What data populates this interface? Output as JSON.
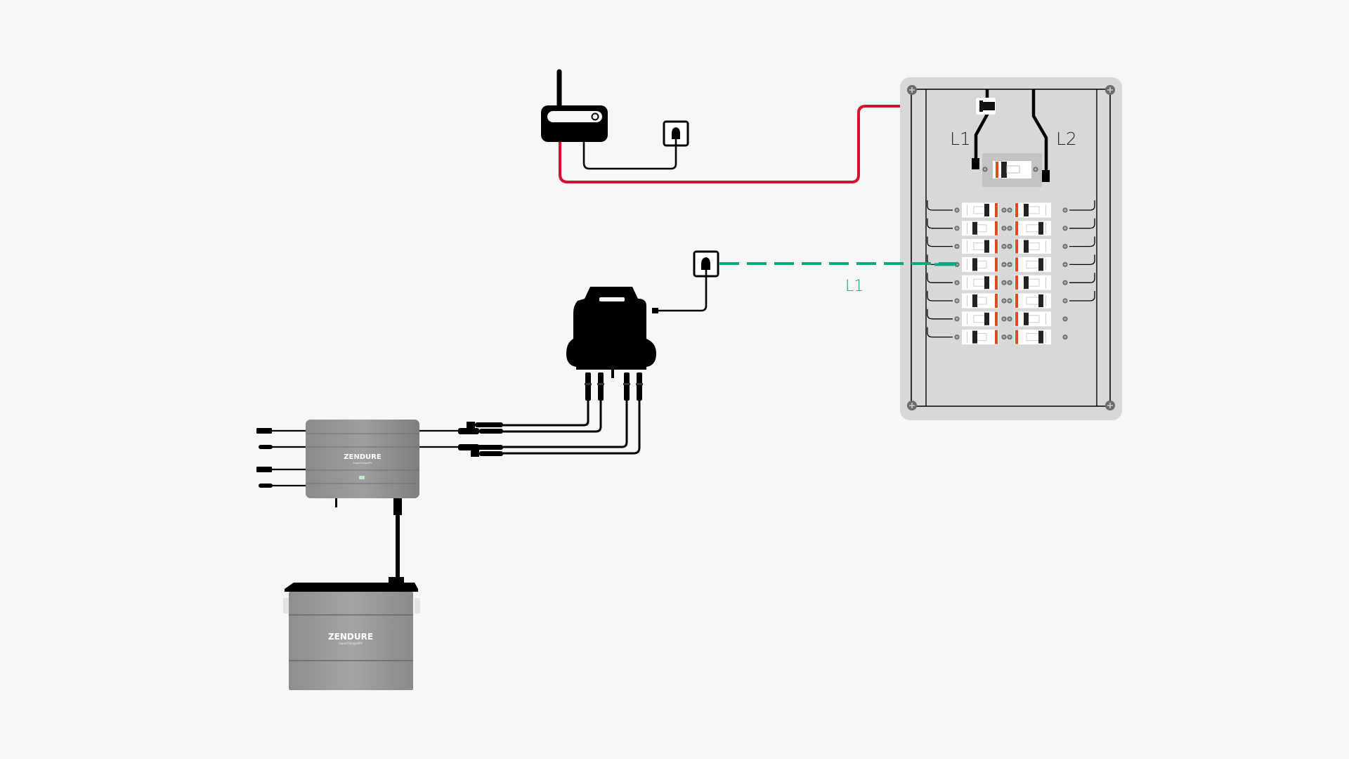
{
  "diagram": {
    "title": "Zendure SuperCharged home energy wiring diagram",
    "colors": {
      "background": "#f7f7f7",
      "grid_wire": "#d2122e",
      "ac_link": "#16a37f",
      "panel": "#d7d8d8",
      "breaker_handle": "#e04a1f",
      "device": "#000000",
      "hub_body": "#8c8d8e"
    },
    "components": {
      "router": {
        "name": "Wi-Fi router",
        "icon": "router-icon"
      },
      "router_outlet": {
        "name": "Wall outlet",
        "icon": "outlet-icon"
      },
      "inverter": {
        "name": "Microinverter",
        "icon": "microinverter-icon"
      },
      "inverter_outlet": {
        "name": "Wall outlet",
        "icon": "outlet-icon"
      },
      "hub": {
        "brand": "ZENDURE",
        "model": "SuperChargedPV",
        "inputs": 4
      },
      "battery": {
        "brand": "ZENDURE",
        "model": "SuperChargedPV"
      },
      "panel": {
        "name": "Breaker panel",
        "phase_labels": [
          "L1",
          "L2"
        ],
        "rows": 8,
        "columns": 2
      }
    },
    "labels": {
      "panel_l1": "L1",
      "panel_l2": "L2",
      "ac_link_label": "L1"
    }
  }
}
